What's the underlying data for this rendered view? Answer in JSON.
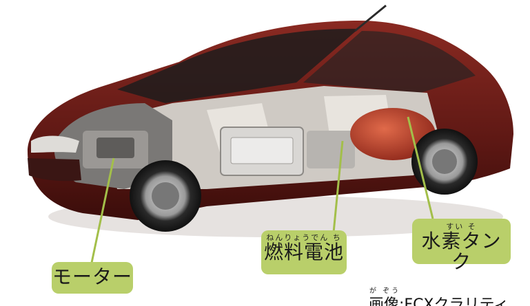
{
  "labels": {
    "motor": {
      "text": "モーター"
    },
    "fuel_cell": {
      "ruby": "ねんりょうでん ち",
      "text": "燃料電池"
    },
    "hydrogen_tank": {
      "ruby": "すい そ",
      "text": "水素タンク"
    }
  },
  "caption": {
    "ruby": "が ぞう",
    "text": "画像:FCXクラリティ"
  },
  "colors": {
    "label_bg": "#b9cf6a",
    "leader_line": "#a3bf4a",
    "body_paint": "#6e1e1a"
  }
}
